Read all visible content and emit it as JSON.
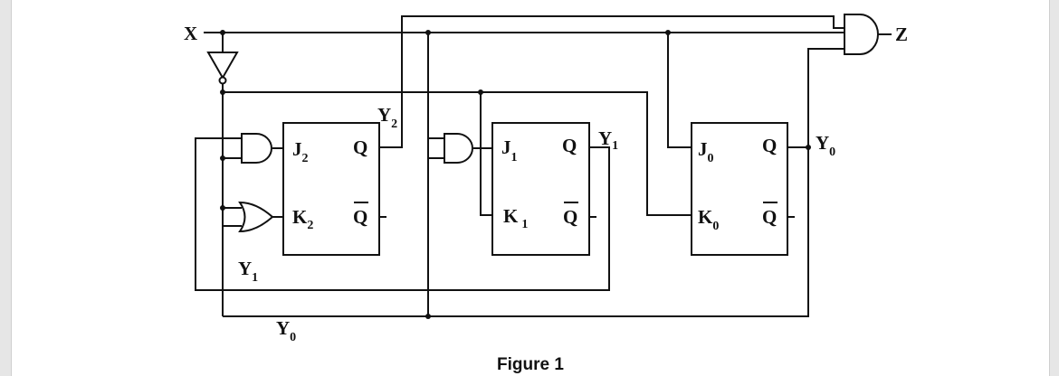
{
  "figure": {
    "caption": "Figure 1",
    "input_label": "X",
    "output_label": "Z"
  },
  "flip_flops": [
    {
      "j_main": "J",
      "j_sub": "2",
      "k_main": "K",
      "k_sub": "2",
      "q": "Q",
      "qbar": "Q"
    },
    {
      "j_main": "J",
      "j_sub": "1",
      "k_main": "K",
      "k_sub": "1",
      "q": "Q",
      "qbar": "Q"
    },
    {
      "j_main": "J",
      "j_sub": "0",
      "k_main": "K",
      "k_sub": "0",
      "q": "Q",
      "qbar": "Q"
    }
  ],
  "signals": {
    "y2": {
      "main": "Y",
      "sub": "2"
    },
    "y1_out": {
      "main": "Y",
      "sub": "1"
    },
    "y0_out": {
      "main": "Y",
      "sub": "0"
    },
    "y1_feedback": {
      "main": "Y",
      "sub": "1"
    },
    "y0_feedback": {
      "main": "Y",
      "sub": "0"
    }
  }
}
